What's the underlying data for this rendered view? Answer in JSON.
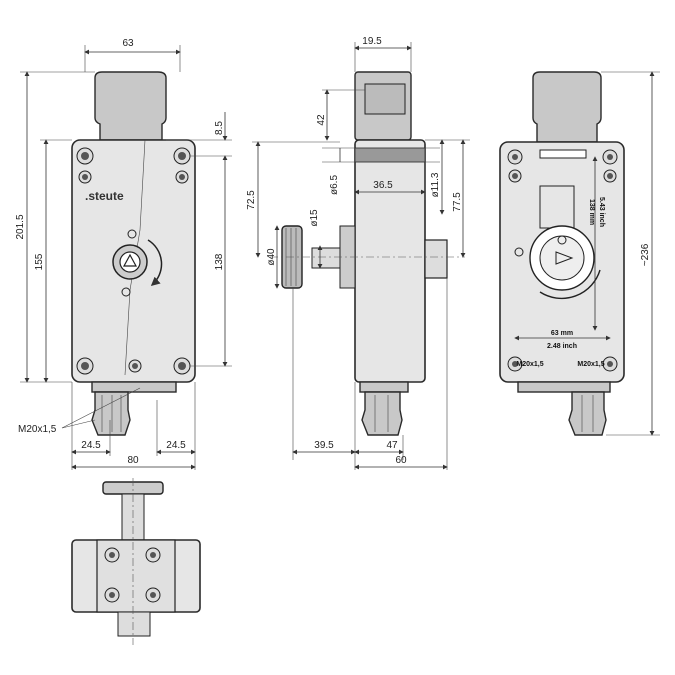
{
  "diagram": {
    "brand": ".steute",
    "front_view": {
      "top_width": "63",
      "height_overall": "201.5",
      "height_body": "155",
      "hole_spacing_vertical": "138",
      "top_offset": "8.5",
      "cable_gland_thread": "M20x1,5",
      "gland_left": "24.5",
      "gland_right": "24.5",
      "body_width": "80"
    },
    "side_view": {
      "top_width": "19.5",
      "depth_42": "42",
      "dia_6_5": "ø6.5",
      "dim_36_5": "36.5",
      "dia_11_3": "ø11.3",
      "dim_72_5": "72.5",
      "dim_77_5": "77.5",
      "dia_15": "ø15",
      "dia_40": "ø40",
      "dim_39_5": "39.5",
      "dim_47": "47",
      "dim_60": "60"
    },
    "rear_view": {
      "height_overall": "~236",
      "hole_spacing_mm": "138 mm",
      "hole_spacing_inch": "5.43 inch",
      "width_mm": "63 mm",
      "width_inch": "2.48 inch",
      "gland_left": "M20x1,5",
      "gland_right": "M20x1,5"
    }
  }
}
